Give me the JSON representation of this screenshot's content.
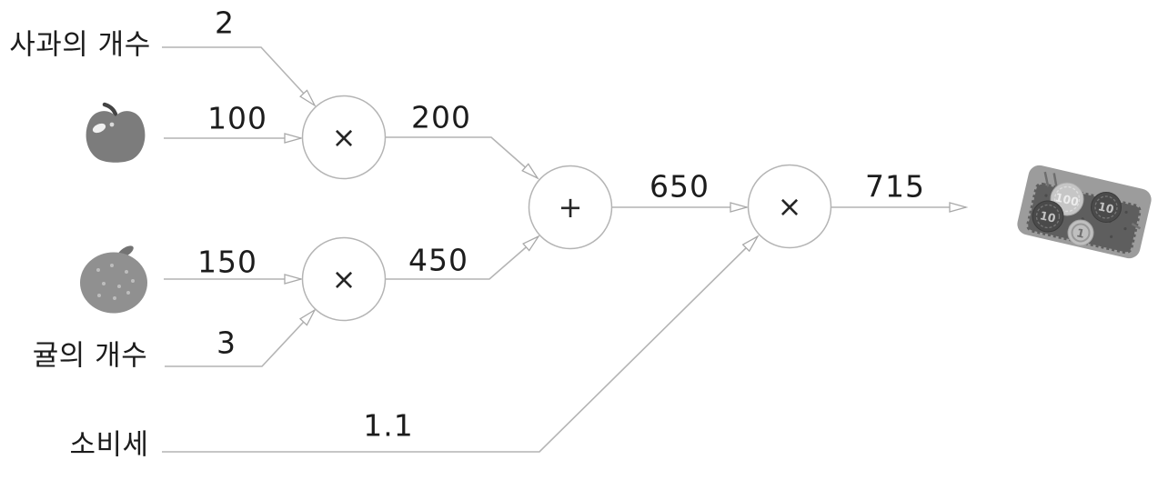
{
  "input_labels": {
    "apple_count": "사과의 개수",
    "tangerine_count": "귤의 개수",
    "consumption_tax": "소비세"
  },
  "operators": {
    "multiply": "×",
    "add": "+"
  },
  "edge_values": {
    "apple_count": "2",
    "apple_price": "100",
    "apple_total": "200",
    "tangerine_price": "150",
    "tangerine_count": "3",
    "tangerine_total": "450",
    "subtotal": "650",
    "tax_rate": "1.1",
    "total": "715"
  },
  "money_coins": [
    "100",
    "10",
    "10",
    "1"
  ],
  "colors": {
    "line": "#b4b4b4",
    "text": "#1f1f1f",
    "node_stroke": "#b4b4b4"
  }
}
